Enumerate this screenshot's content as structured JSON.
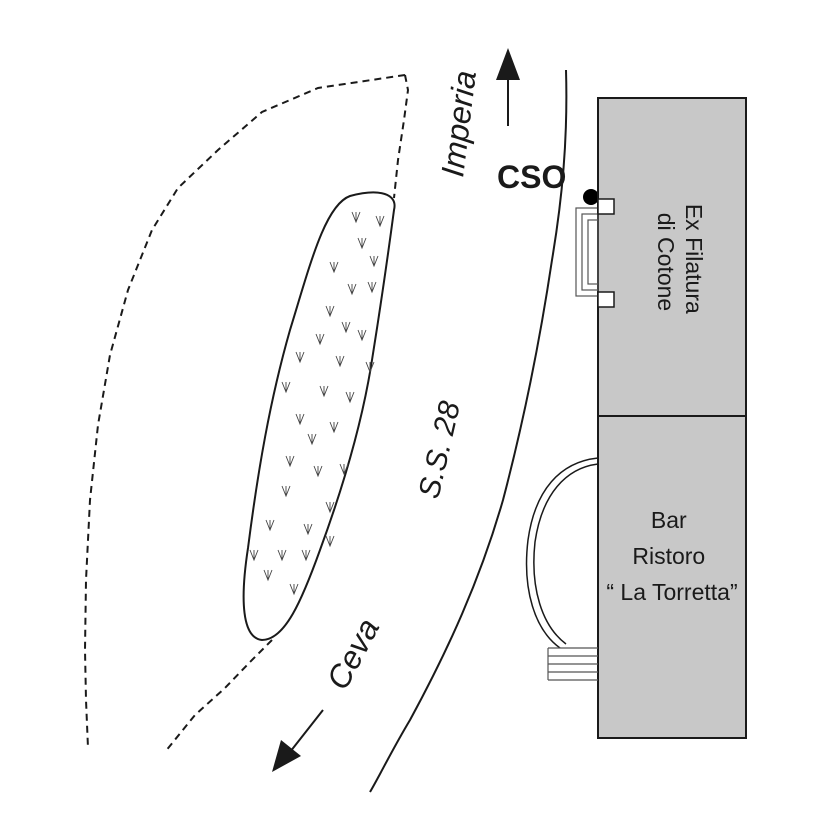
{
  "labels": {
    "destination_north": "Imperia",
    "destination_south": "Ceva",
    "road": "S.S. 28",
    "station": "CSO"
  },
  "buildings": {
    "filatura": {
      "lines": [
        "Ex Filatura",
        "di Cotone"
      ]
    },
    "bar": {
      "lines": [
        "Bar",
        "Ristoro",
        "“ La Torretta”"
      ]
    }
  },
  "colors": {
    "building_fill": "#c8c8c8",
    "stroke": "#1a1a1a",
    "station_dot": "#000000"
  },
  "icons": {
    "vegetation": "grass-tuft-icon",
    "direction": "arrow-icon"
  }
}
